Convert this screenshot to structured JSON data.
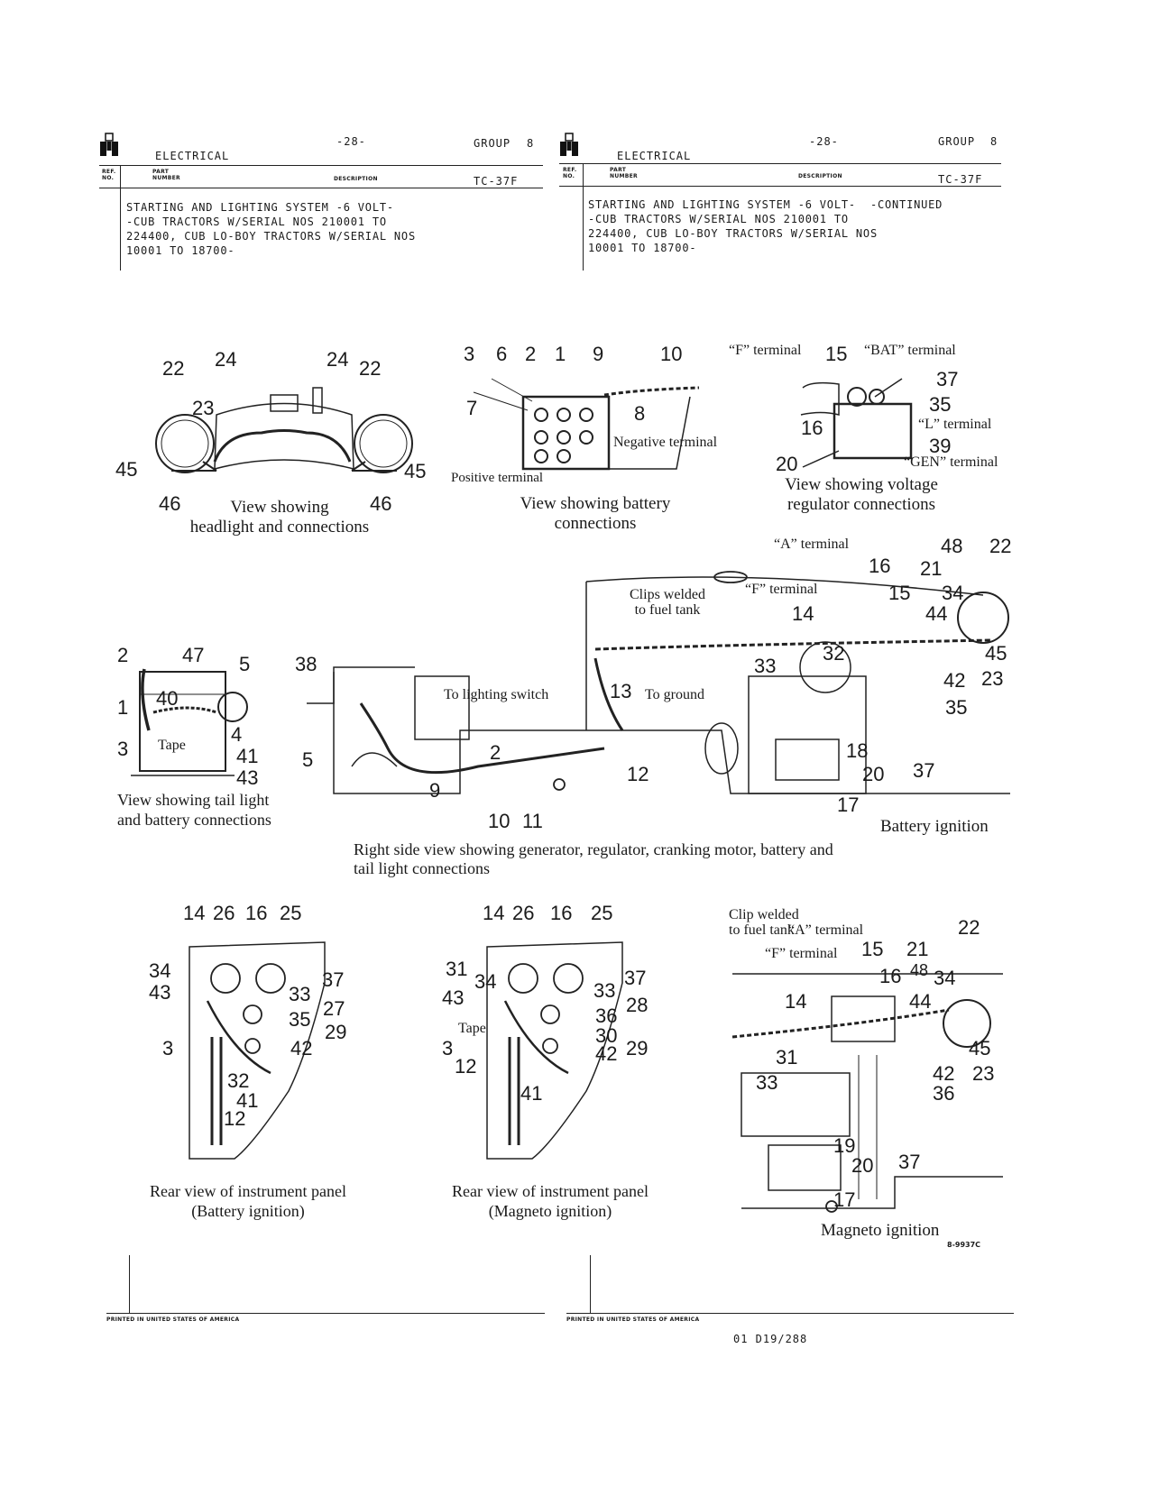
{
  "header_left": {
    "section": "ELECTRICAL",
    "page": "-28-",
    "group_label": "GROUP",
    "group_num": "8",
    "ref_line1": "REF.",
    "ref_line2": "NO.",
    "part_line1": "PART",
    "part_line2": "NUMBER",
    "description": "DESCRIPTION",
    "code": "TC-37F",
    "title": "STARTING AND LIGHTING SYSTEM -6 VOLT-\n-CUB TRACTORS W/SERIAL NOS 210001 TO\n224400, CUB LO-BOY TRACTORS W/SERIAL NOS\n10001 TO 18700-"
  },
  "header_right": {
    "section": "ELECTRICAL",
    "page": "-28-",
    "group_label": "GROUP",
    "group_num": "8",
    "ref_line1": "REF.",
    "ref_line2": "NO.",
    "part_line1": "PART",
    "part_line2": "NUMBER",
    "description": "DESCRIPTION",
    "code": "TC-37F",
    "title": "STARTING AND LIGHTING SYSTEM -6 VOLT-  -CONTINUED\n-CUB TRACTORS W/SERIAL NOS 210001 TO\n224400, CUB LO-BOY TRACTORS W/SERIAL NOS\n10001 TO 18700-"
  },
  "headlight": {
    "caption": "View showing\nheadlight and connections",
    "n22a": "22",
    "n24a": "24",
    "n24b": "24",
    "n22b": "22",
    "n23": "23",
    "n45a": "45",
    "n45b": "45",
    "n46a": "46",
    "n46b": "46"
  },
  "battery": {
    "caption": "View showing battery\nconnections",
    "n3": "3",
    "n6": "6",
    "n2": "2",
    "n1": "1",
    "n9": "9",
    "n10": "10",
    "n7": "7",
    "n8": "8",
    "negative": "Negative terminal",
    "positive": "Positive terminal"
  },
  "regulator": {
    "caption": "View showing voltage\nregulator connections",
    "f_terminal": "“F” terminal",
    "n15": "15",
    "bat_terminal": "“BAT” terminal",
    "n37": "37",
    "n35": "35",
    "n16": "16",
    "l_terminal": "“L” terminal",
    "n39": "39",
    "n20": "20",
    "gen_terminal": "“GEN” terminal"
  },
  "taillight": {
    "caption": "View showing tail light\nand battery connections",
    "n2": "2",
    "n47": "47",
    "n5": "5",
    "n40": "40",
    "n1": "1",
    "n4": "4",
    "n3": "3",
    "tape": "Tape",
    "n41": "41",
    "n43": "43"
  },
  "rightside": {
    "caption": "Right side view showing generator, regulator, cranking motor, battery and\ntail light connections",
    "a_terminal": "“A” terminal",
    "n48": "48",
    "n22": "22",
    "n16": "16",
    "n21": "21",
    "clips": "Clips welded\nto fuel tank",
    "f_terminal": "“F” terminal",
    "n15": "15",
    "n34": "34",
    "n14": "14",
    "n44": "44",
    "n45": "45",
    "n32": "32",
    "n33": "33",
    "n42": "42",
    "n23": "23",
    "n38": "38",
    "to_lighting": "To lighting switch",
    "n13": "13",
    "to_ground": "To ground",
    "n35": "35",
    "n5": "5",
    "n2": "2",
    "n18": "18",
    "n12": "12",
    "n20": "20",
    "n37": "37",
    "n9": "9",
    "n17": "17",
    "n10": "10",
    "n11": "11",
    "battery_ignition": "Battery ignition"
  },
  "panel_battery": {
    "caption": "Rear view of instrument panel\n(Battery ignition)",
    "n14": "14",
    "n26": "26",
    "n16": "16",
    "n25": "25",
    "n34": "34",
    "n37": "37",
    "n43": "43",
    "n33": "33",
    "n27": "27",
    "n35": "35",
    "n29": "29",
    "n3": "3",
    "n42": "42",
    "n32": "32",
    "n41": "41",
    "n12": "12"
  },
  "panel_magneto": {
    "caption": "Rear view of instrument panel\n(Magneto ignition)",
    "n14": "14",
    "n26": "26",
    "n16": "16",
    "n25": "25",
    "n31": "31",
    "n34": "34",
    "n37": "37",
    "n43": "43",
    "n33": "33",
    "n28": "28",
    "n36": "36",
    "tape": "Tape",
    "n30": "30",
    "n3": "3",
    "n29": "29",
    "n42": "42",
    "n12": "12",
    "n41": "41"
  },
  "magneto": {
    "clip": "Clip welded\nto fuel tank",
    "a_terminal": "“A” terminal",
    "n22": "22",
    "f_terminal": "“F” terminal",
    "n15": "15",
    "n21": "21",
    "n16": "16",
    "n48": "48",
    "n34": "34",
    "n14": "14",
    "n44": "44",
    "n31": "31",
    "n45": "45",
    "n33": "33",
    "n42": "42",
    "n23": "23",
    "n36": "36",
    "n19": "19",
    "n20": "20",
    "n37": "37",
    "n17": "17",
    "caption": "Magneto ignition",
    "code": "8-9937C"
  },
  "footer": {
    "printed_left": "PRINTED IN UNITED STATES OF AMERICA",
    "printed_right": "PRINTED IN UNITED STATES OF AMERICA",
    "doc_number": "01 D19/288"
  }
}
